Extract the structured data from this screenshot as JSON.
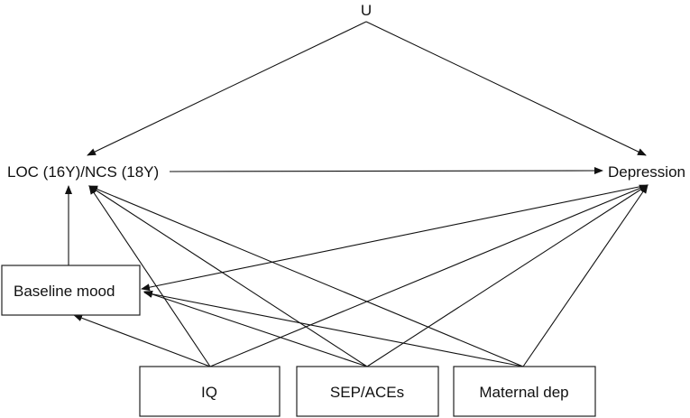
{
  "nodes": {
    "u": "U",
    "loc": "LOC (16Y)/NCS (18Y)",
    "depression": "Depression",
    "baseline_mood": "Baseline mood",
    "iq": "IQ",
    "sep": "SEP/ACEs",
    "maternal_dep": "Maternal dep"
  },
  "edges": [
    {
      "from": "u",
      "to": "loc"
    },
    {
      "from": "u",
      "to": "depression"
    },
    {
      "from": "loc",
      "to": "depression"
    },
    {
      "from": "baseline_mood",
      "to": "loc"
    },
    {
      "from": "depression",
      "to": "baseline_mood"
    },
    {
      "from": "iq",
      "to": "baseline_mood"
    },
    {
      "from": "iq",
      "to": "loc"
    },
    {
      "from": "iq",
      "to": "depression"
    },
    {
      "from": "sep",
      "to": "loc"
    },
    {
      "from": "sep",
      "to": "depression"
    },
    {
      "from": "sep",
      "to": "baseline_mood"
    },
    {
      "from": "maternal_dep",
      "to": "loc"
    },
    {
      "from": "maternal_dep",
      "to": "depression"
    },
    {
      "from": "maternal_dep",
      "to": "baseline_mood"
    }
  ],
  "colors": {
    "line": "#111111",
    "box_border": "#222222",
    "background": "#ffffff"
  }
}
